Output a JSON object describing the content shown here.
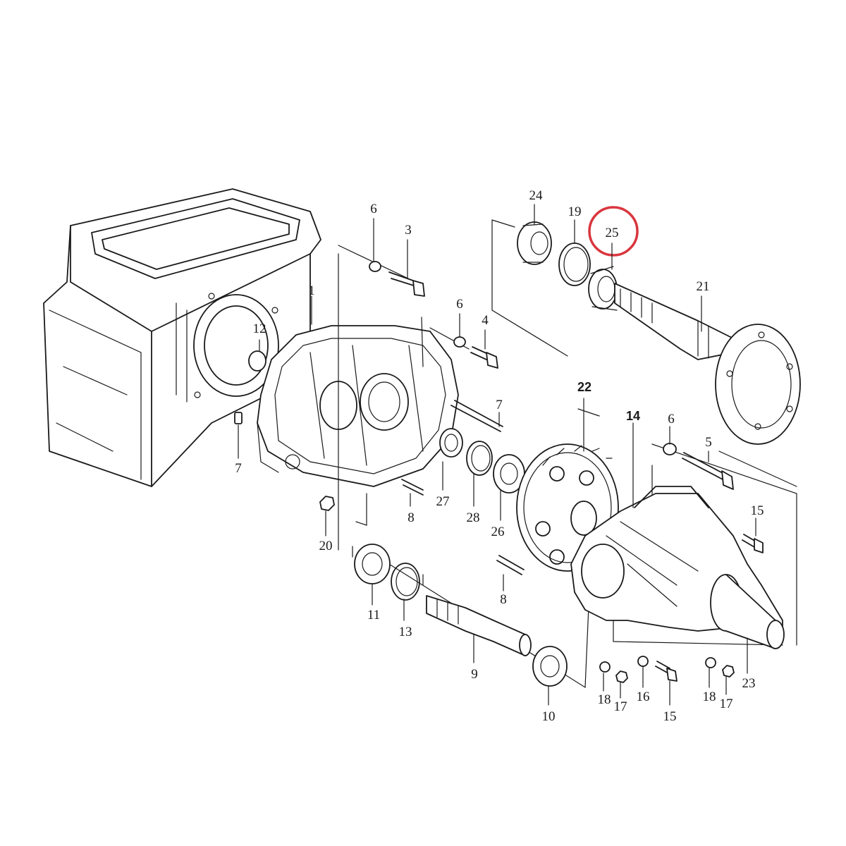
{
  "highlight_color": "#d9363e",
  "line_color": "#1a1a1a",
  "callouts": [
    {
      "id": "c1",
      "text": "1"
    },
    {
      "id": "c3",
      "text": "3"
    },
    {
      "id": "c4",
      "text": "4"
    },
    {
      "id": "c5",
      "text": "5"
    },
    {
      "id": "c6a",
      "text": "6"
    },
    {
      "id": "c6b",
      "text": "6"
    },
    {
      "id": "c6c",
      "text": "6"
    },
    {
      "id": "c7a",
      "text": "7"
    },
    {
      "id": "c7b",
      "text": "7"
    },
    {
      "id": "c8a",
      "text": "8"
    },
    {
      "id": "c8b",
      "text": "8"
    },
    {
      "id": "c9",
      "text": "9"
    },
    {
      "id": "c10",
      "text": "10"
    },
    {
      "id": "c11",
      "text": "11"
    },
    {
      "id": "c12",
      "text": "12"
    },
    {
      "id": "c13",
      "text": "13"
    },
    {
      "id": "c14",
      "text": "14"
    },
    {
      "id": "c15a",
      "text": "15"
    },
    {
      "id": "c15b",
      "text": "15"
    },
    {
      "id": "c16",
      "text": "16"
    },
    {
      "id": "c17a",
      "text": "17"
    },
    {
      "id": "c17b",
      "text": "17"
    },
    {
      "id": "c18a",
      "text": "18"
    },
    {
      "id": "c18b",
      "text": "18"
    },
    {
      "id": "c19",
      "text": "19"
    },
    {
      "id": "c20",
      "text": "20"
    },
    {
      "id": "c21",
      "text": "21"
    },
    {
      "id": "c22",
      "text": "22"
    },
    {
      "id": "c23",
      "text": "23"
    },
    {
      "id": "c24",
      "text": "24"
    },
    {
      "id": "c25",
      "text": "25"
    },
    {
      "id": "c26",
      "text": "26"
    },
    {
      "id": "c27",
      "text": "27"
    },
    {
      "id": "c28",
      "text": "28"
    }
  ],
  "highlighted_part": "25"
}
